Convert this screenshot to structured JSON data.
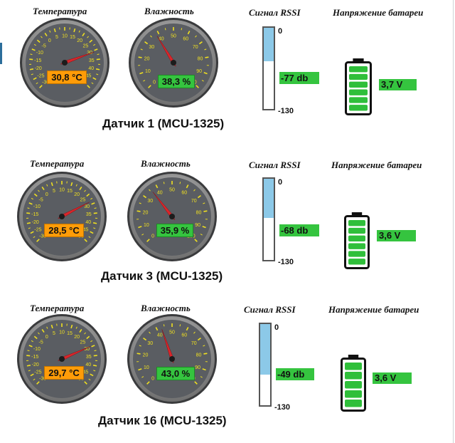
{
  "labels": {
    "temperature": "Температура",
    "humidity": "Влажность",
    "rssi": "Сигнал RSSI",
    "battery": "Напряжение батареи"
  },
  "temp_scale": [
    "-30",
    "-25",
    "-20",
    "-15",
    "-10",
    "-5",
    "0",
    "5",
    "10",
    "15",
    "20",
    "25",
    "30",
    "35",
    "40",
    "45",
    "50"
  ],
  "hum_scale": [
    "0",
    "10",
    "20",
    "30",
    "40",
    "50",
    "60",
    "70",
    "80",
    "90",
    "100"
  ],
  "colors": {
    "gauge_face": "#5a5d62",
    "tick": "#f0e020",
    "needle": "#d9262b",
    "temp_readout": "#ff9c08",
    "hum_readout": "#35c43f",
    "rssi_fill": "#8cc9e8",
    "battery_cell": "#2fbf3a"
  },
  "sensors": [
    {
      "title": "Датчик 1 (MCU-1325)",
      "temperature_value": 30.8,
      "temperature_text": "30,8 °C",
      "humidity_value": 38.3,
      "humidity_text": "38,3 %",
      "rssi_top": "0",
      "rssi_bottom": "-130",
      "rssi_level": 0.41,
      "rssi_text": "-77 db",
      "battery_text": "3,7 V"
    },
    {
      "title": "Датчик 3 (MCU-1325)",
      "temperature_value": 28.5,
      "temperature_text": "28,5 °C",
      "humidity_value": 35.9,
      "humidity_text": "35,9 %",
      "rssi_top": "0",
      "rssi_bottom": "-130",
      "rssi_level": 0.48,
      "rssi_text": "-68 db",
      "battery_text": "3,6 V"
    },
    {
      "title": "Датчик 16 (MCU-1325)",
      "temperature_value": 29.7,
      "temperature_text": "29,7 °C",
      "humidity_value": 43.0,
      "humidity_text": "43,0 %",
      "rssi_top": "0",
      "rssi_bottom": "-130",
      "rssi_level": 0.62,
      "rssi_text": "-49 db",
      "battery_text": "3,6 V"
    }
  ]
}
